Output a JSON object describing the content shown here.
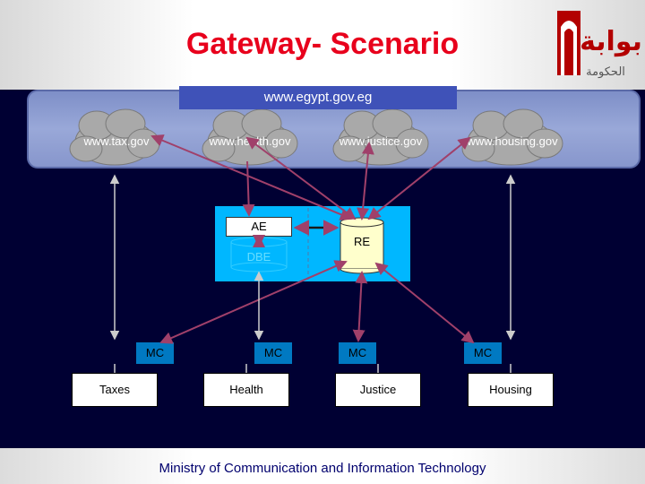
{
  "title": "Gateway- Scenario",
  "portal_url": "www.egypt.gov.eg",
  "sites": [
    {
      "label": "www.tax.gov"
    },
    {
      "label": "www.health.gov"
    },
    {
      "label": "www.justice.gov"
    },
    {
      "label": "www.housing.gov"
    }
  ],
  "center": {
    "ae": "AE",
    "dbe": "DBE",
    "re": "RE"
  },
  "connectors": [
    {
      "label": "MC"
    },
    {
      "label": "MC"
    },
    {
      "label": "MC"
    },
    {
      "label": "MC"
    }
  ],
  "departments": [
    {
      "label": "Taxes"
    },
    {
      "label": "Health"
    },
    {
      "label": "Justice"
    },
    {
      "label": "Housing"
    }
  ],
  "logo": {
    "text": "بوابة الحكومة"
  },
  "footer": "Ministry of Communication and Information Technology",
  "colors": {
    "title": "#e8001c",
    "arrow": "#a0406a",
    "center_box": "#00b7ff",
    "mc_box": "#0079c2",
    "background": "#000033"
  }
}
